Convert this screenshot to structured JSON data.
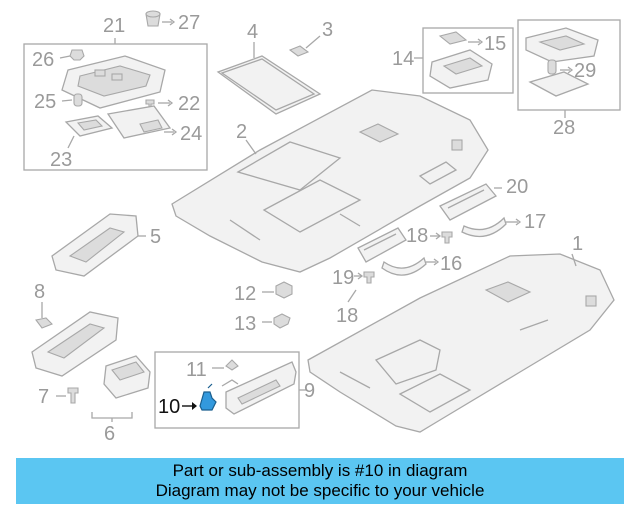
{
  "callouts": {
    "c1": "1",
    "c2": "2",
    "c3": "3",
    "c4": "4",
    "c5": "5",
    "c6": "6",
    "c7": "7",
    "c8": "8",
    "c9": "9",
    "c10": "10",
    "c11": "11",
    "c12": "12",
    "c13": "13",
    "c14": "14",
    "c15": "15",
    "c16": "16",
    "c17": "17",
    "c18a": "18",
    "c18b": "18",
    "c19": "19",
    "c20": "20",
    "c21": "21",
    "c22": "22",
    "c23": "23",
    "c24": "24",
    "c25": "25",
    "c26": "26",
    "c27": "27",
    "c28": "28",
    "c29": "29"
  },
  "highlight": {
    "part": "10",
    "color": "#3399dd"
  },
  "banner": {
    "line1": "Part or sub-assembly is #10 in diagram",
    "line2": "Diagram may not be specific to your vehicle",
    "color": "#5bc6f2"
  }
}
